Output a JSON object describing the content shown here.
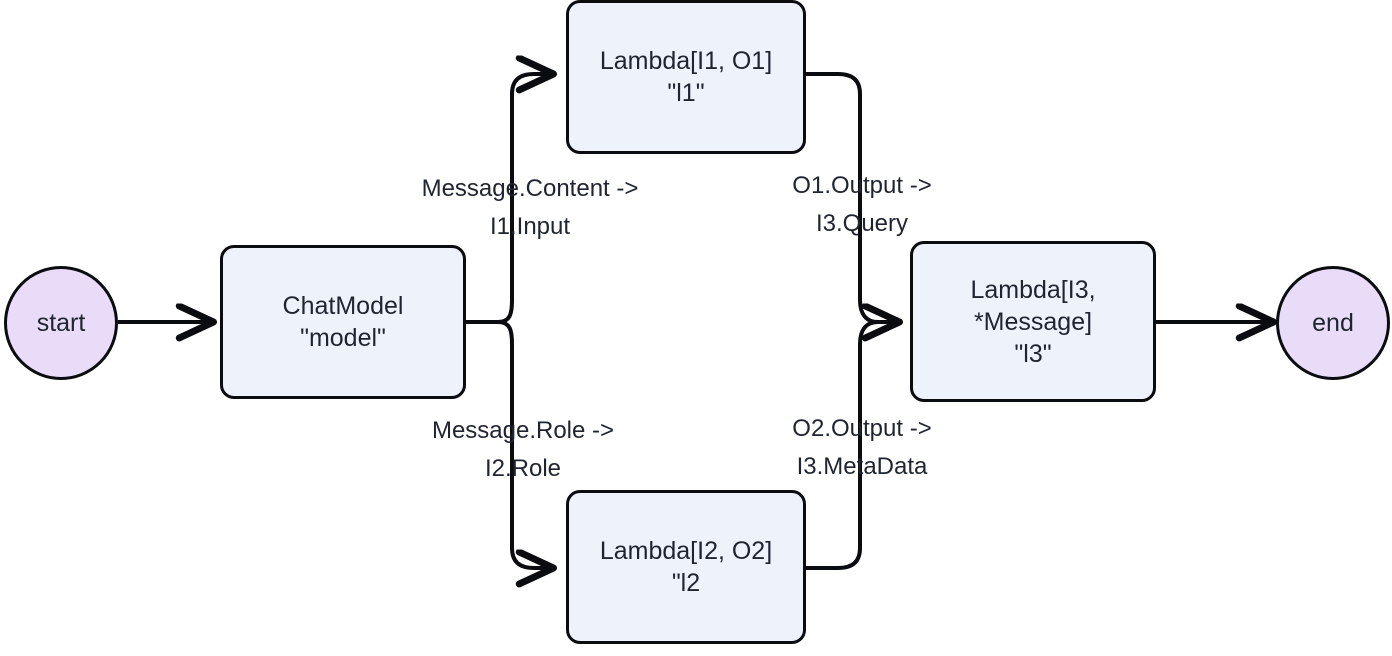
{
  "diagram": {
    "type": "flowchart",
    "title": "",
    "background_color": "#ffffff",
    "node_fill_color": "#eef2fb",
    "terminal_fill_color": "#e9dcf8",
    "stroke_color": "#0b0c10",
    "text_color": "#1f2430",
    "nodes": [
      {
        "id": "start",
        "shape": "circle",
        "label": "start"
      },
      {
        "id": "model",
        "shape": "rounded-rect",
        "label": "ChatModel\n\"model\""
      },
      {
        "id": "l1",
        "shape": "rounded-rect",
        "label": "Lambda[I1, O1]\n\"l1\""
      },
      {
        "id": "l2",
        "shape": "rounded-rect",
        "label": "Lambda[I2, O2]\n\"l2"
      },
      {
        "id": "l3",
        "shape": "rounded-rect",
        "label": "Lambda[I3,\n*Message]\n\"l3\""
      },
      {
        "id": "end",
        "shape": "circle",
        "label": "end"
      }
    ],
    "edges": [
      {
        "from": "start",
        "to": "model",
        "label": ""
      },
      {
        "from": "model",
        "to": "l1",
        "label": "Message.Content ->\nI1.Input"
      },
      {
        "from": "model",
        "to": "l2",
        "label": "Message.Role ->\nI2.Role"
      },
      {
        "from": "l1",
        "to": "l3",
        "label": "O1.Output ->\nI3.Query"
      },
      {
        "from": "l2",
        "to": "l3",
        "label": "O2.Output ->\nI3.MetaData"
      },
      {
        "from": "l3",
        "to": "end",
        "label": ""
      }
    ]
  }
}
